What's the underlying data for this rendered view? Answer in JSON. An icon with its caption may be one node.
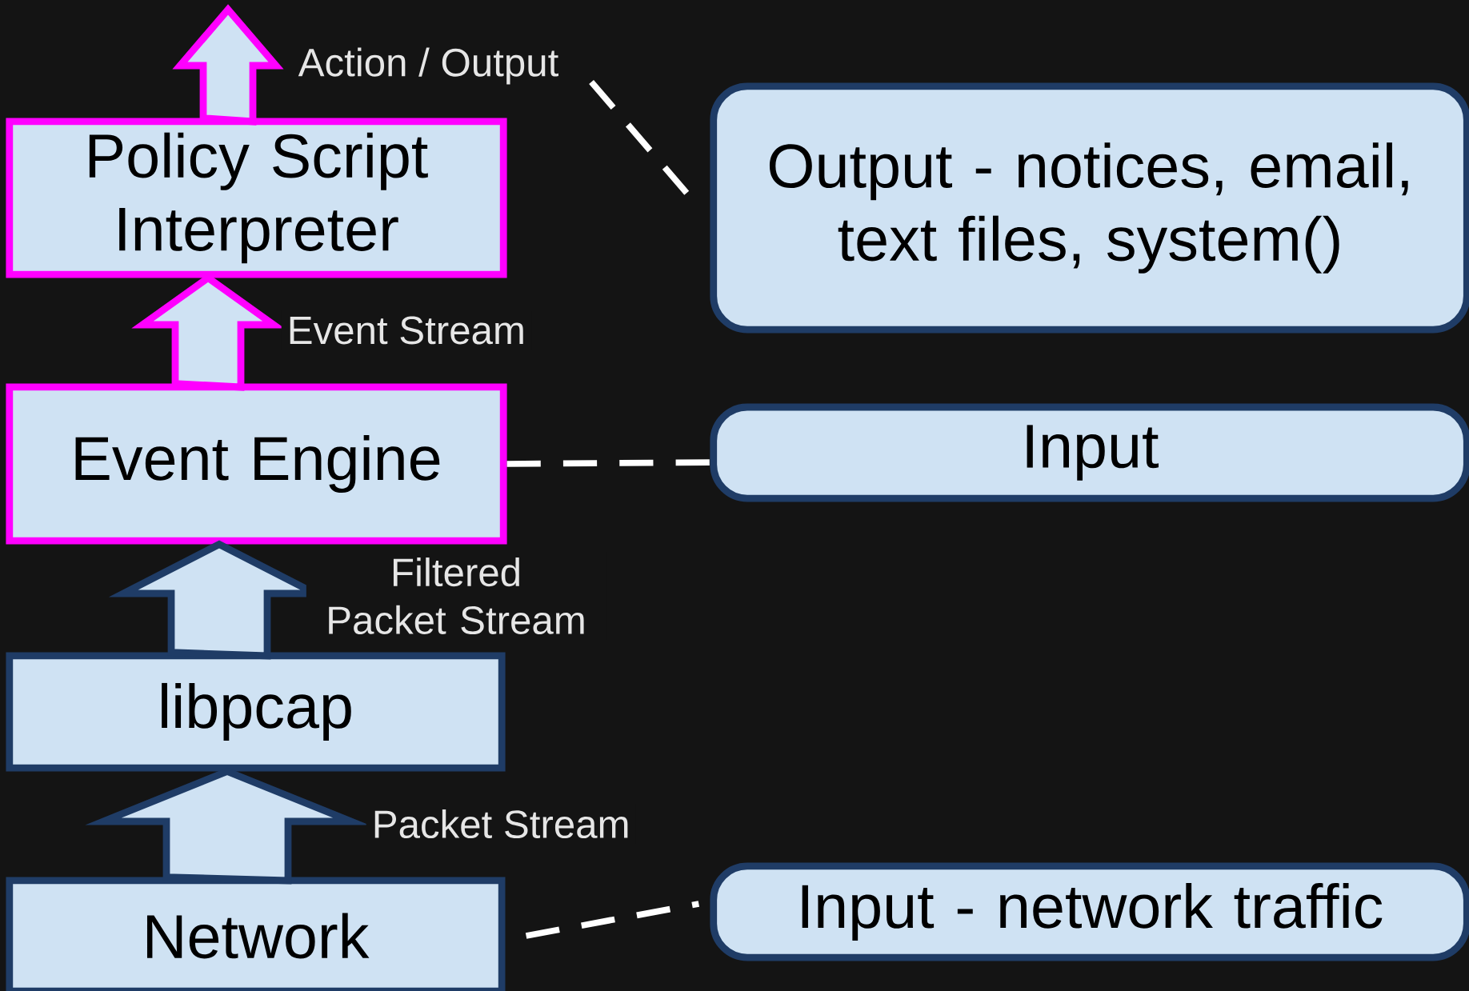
{
  "diagram": {
    "nodes": [
      {
        "text": [
          "Action / Output"
        ]
      },
      {
        "text": [
          "Policy Script Interpreter"
        ]
      },
      {
        "text": [
          "Output - notices, email, text files, system()"
        ]
      },
      {
        "text": [
          "Event Engine"
        ]
      },
      {
        "text": [
          "Input"
        ]
      },
      {
        "text": [
          "libpcap"
        ]
      },
      {
        "text": [
          "Network"
        ]
      },
      {
        "text": [
          "Input - network traffic"
        ]
      }
    ],
    "edges": [
      {
        "from": 1,
        "to": null,
        "arrow": "to",
        "style": "thick",
        "color": "#ff00ff"
      },
      {
        "from": 0,
        "to": 2,
        "arrow": "none",
        "style": "dashed"
      },
      {
        "from": 3,
        "to": 1,
        "arrow": "to",
        "style": "thick",
        "color": "#ff00ff",
        "label": "Event Stream"
      },
      {
        "from": 3,
        "to": 4,
        "arrow": "none",
        "style": "dashed"
      },
      {
        "from": 5,
        "to": 3,
        "arrow": "to",
        "style": "thick",
        "color": "#1f3c66",
        "label": "Filtered Packet Stream"
      },
      {
        "from": 6,
        "to": 5,
        "arrow": "to",
        "style": "thick",
        "color": "#1f3c66",
        "label": "Packet Stream"
      },
      {
        "from": 6,
        "to": 7,
        "arrow": "none",
        "style": "dashed"
      }
    ]
  }
}
